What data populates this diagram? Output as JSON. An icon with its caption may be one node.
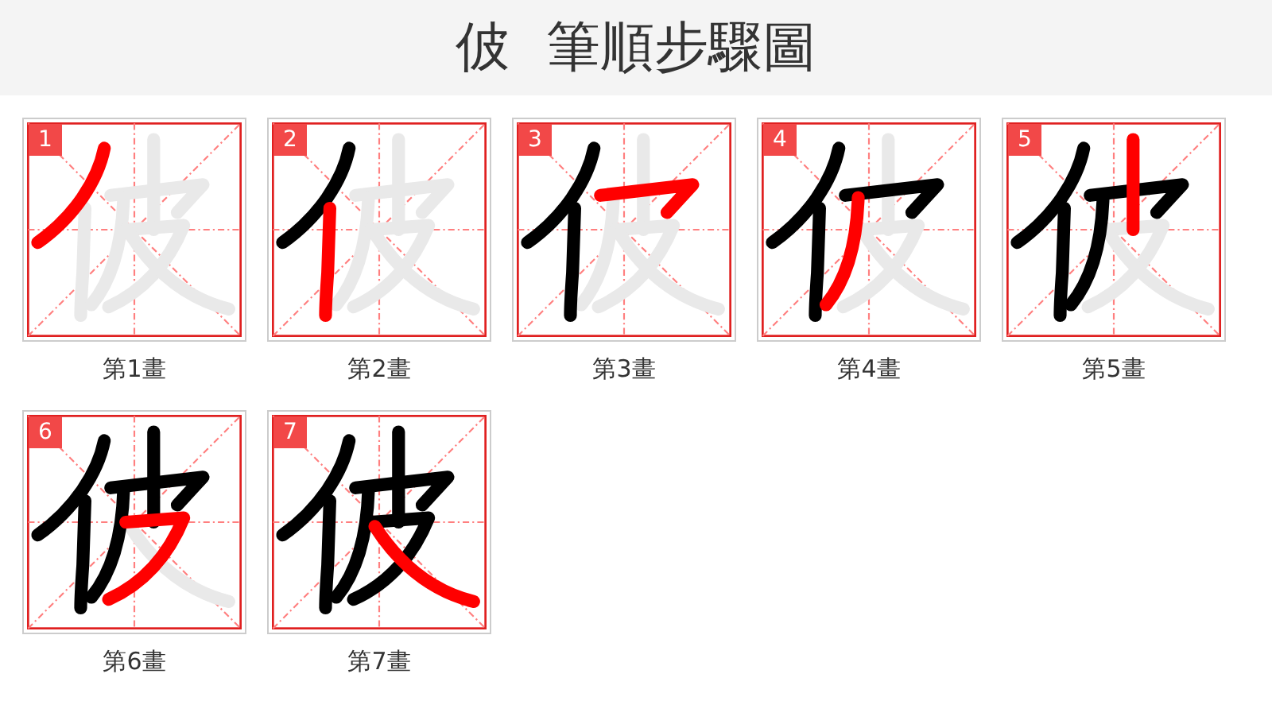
{
  "diagram": {
    "title": "佊 筆順步驟圖",
    "nodes": [
      {
        "text": [
          "1"
        ],
        "beside": [
          "第1畫"
        ]
      },
      {
        "text": [
          "2"
        ],
        "beside": [
          "第2畫"
        ]
      },
      {
        "text": [
          "3"
        ],
        "beside": [
          "第3畫"
        ]
      },
      {
        "text": [
          "4"
        ],
        "beside": [
          "第4畫"
        ]
      },
      {
        "text": [
          "5"
        ],
        "beside": [
          "第5畫"
        ]
      },
      {
        "text": [
          "6"
        ],
        "beside": [
          "第6畫"
        ]
      },
      {
        "text": [
          "7"
        ],
        "beside": [
          "第7畫"
        ]
      }
    ]
  }
}
